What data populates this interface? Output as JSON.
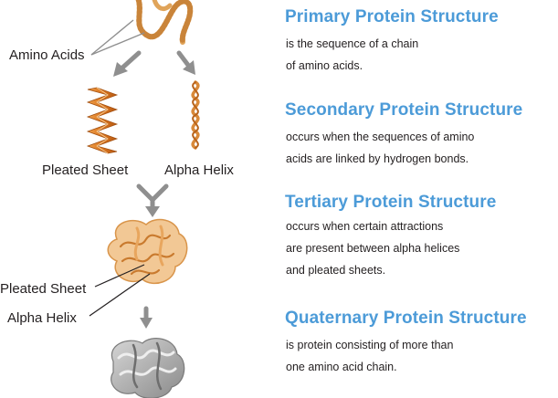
{
  "labels": {
    "amino_acids": "Amino Acids",
    "pleated_sheet": "Pleated Sheet",
    "alpha_helix": "Alpha Helix",
    "pleated_sheet_2": "Pleated Sheet",
    "alpha_helix_2": "Alpha Helix"
  },
  "sections": [
    {
      "heading": "Primary Protein Structure",
      "lines": [
        "is the sequence of a chain",
        "of amino acids."
      ]
    },
    {
      "heading": "Secondary Protein Structure",
      "lines": [
        "occurs when the sequences of amino",
        "acids are linked by hydrogen bonds."
      ]
    },
    {
      "heading": "Tertiary Protein Structure",
      "lines": [
        "occurs when certain attractions",
        "are present between alpha helices",
        "and pleated sheets."
      ]
    },
    {
      "heading": "Quaternary Protein Structure",
      "lines": [
        "is protein consisting of more than",
        "one amino acid chain."
      ]
    }
  ],
  "colors": {
    "heading_blue": "#4c9bd8",
    "chain_orange": "#e0a45a",
    "sheet_orange": "#d9741f",
    "arrow_gray": "#8f8f8f",
    "quaternary_gray": "#a9a9a9"
  }
}
